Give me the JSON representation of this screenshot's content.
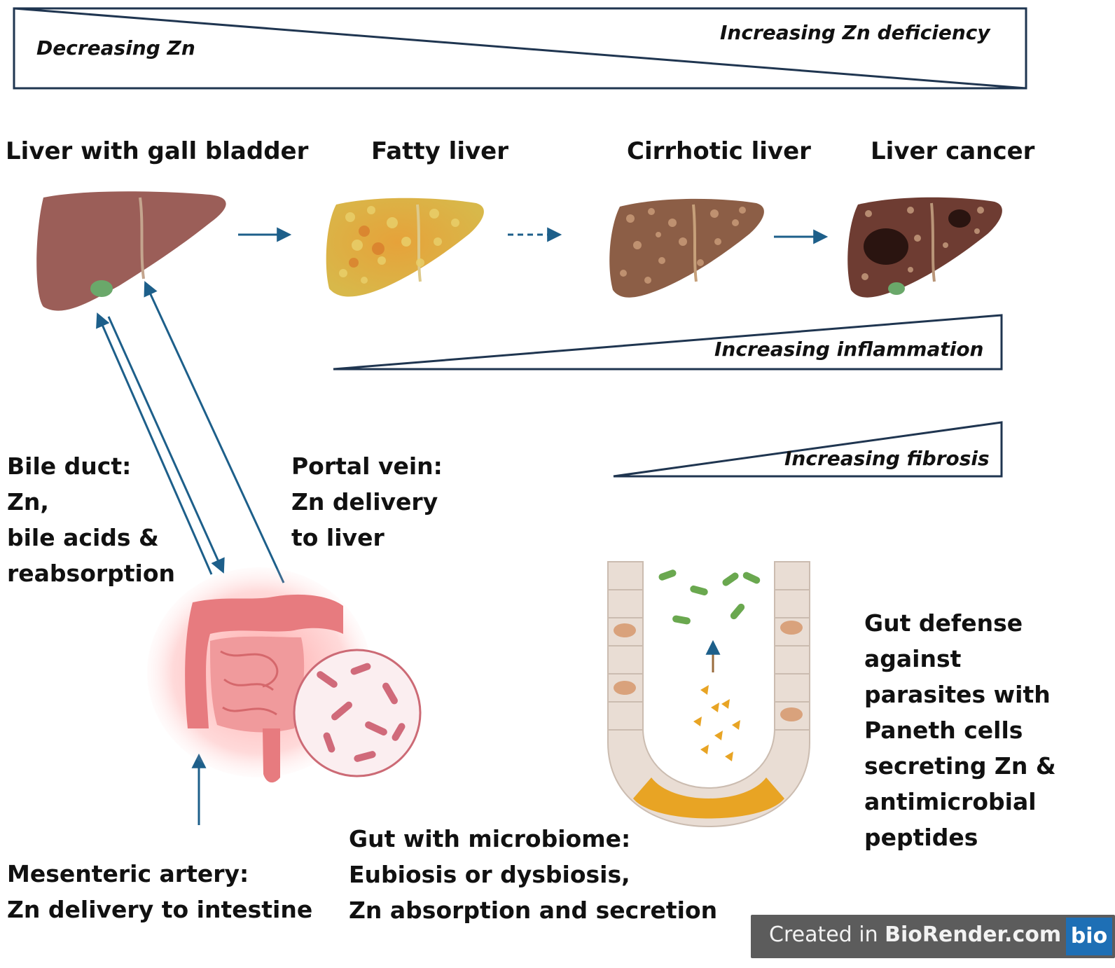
{
  "top_wedge": {
    "left_label": "Decreasing Zn",
    "right_label": "Increasing Zn deficiency"
  },
  "stages": [
    {
      "title": "Liver with gall bladder"
    },
    {
      "title": "Fatty liver"
    },
    {
      "title": "Cirrhotic liver"
    },
    {
      "title": "Liver cancer"
    }
  ],
  "inflammation_wedge": {
    "label": "Increasing inflammation"
  },
  "fibrosis_wedge": {
    "label": "Increasing fibrosis"
  },
  "bile_duct": {
    "lines": [
      "Bile duct:",
      "Zn,",
      "bile acids &",
      "reabsorption"
    ]
  },
  "portal_vein": {
    "lines": [
      "Portal vein:",
      "Zn delivery",
      "to liver"
    ]
  },
  "mesenteric": {
    "lines": [
      "Mesenteric artery:",
      "Zn delivery to intestine"
    ]
  },
  "gut_microbiome": {
    "lines": [
      "Gut with microbiome:",
      "Eubiosis  or dysbiosis,",
      "Zn absorption and secretion"
    ]
  },
  "gut_defense": {
    "lines": [
      "Gut defense",
      "against",
      "parasites with",
      "Paneth cells",
      "secreting Zn &",
      "antimicrobial",
      "peptides"
    ]
  },
  "badge": {
    "prefix": "Created in ",
    "brand": "BioRender.com",
    "logo": "bio"
  },
  "colors": {
    "arrow": "#1d5f8a",
    "wedge_stroke": "#1f3550",
    "liver": "#9b5e58",
    "fatty": "#d9b040",
    "cirrhotic": "#8c5e46",
    "cancer": "#6e3c32",
    "intestine": "#e77b7f",
    "crypt_cell": "#e9ddd4",
    "paneth": "#e8a424",
    "bacteria_green": "#6aa84f"
  }
}
